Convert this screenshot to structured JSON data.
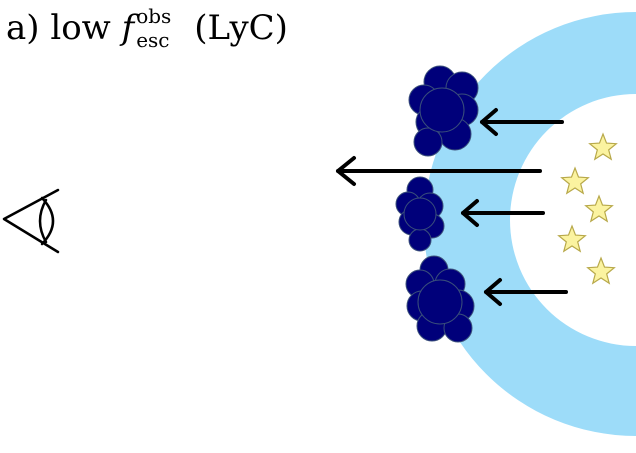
{
  "caption": {
    "prefix": "a) low ",
    "symbol": "f",
    "superscript": "obs",
    "subscript": "esc",
    "argument": "(LyC)"
  },
  "colors": {
    "shell": "#9ddcf9",
    "cloud": "#00007a",
    "cloud_outline": "#3a4f7a",
    "star_fill": "#fbf3a0",
    "star_stroke": "#b8a94a",
    "arrow": "#000000"
  },
  "icons": {
    "observer": "eye-icon",
    "source": "star-icon",
    "absorber": "gas-cloud"
  }
}
